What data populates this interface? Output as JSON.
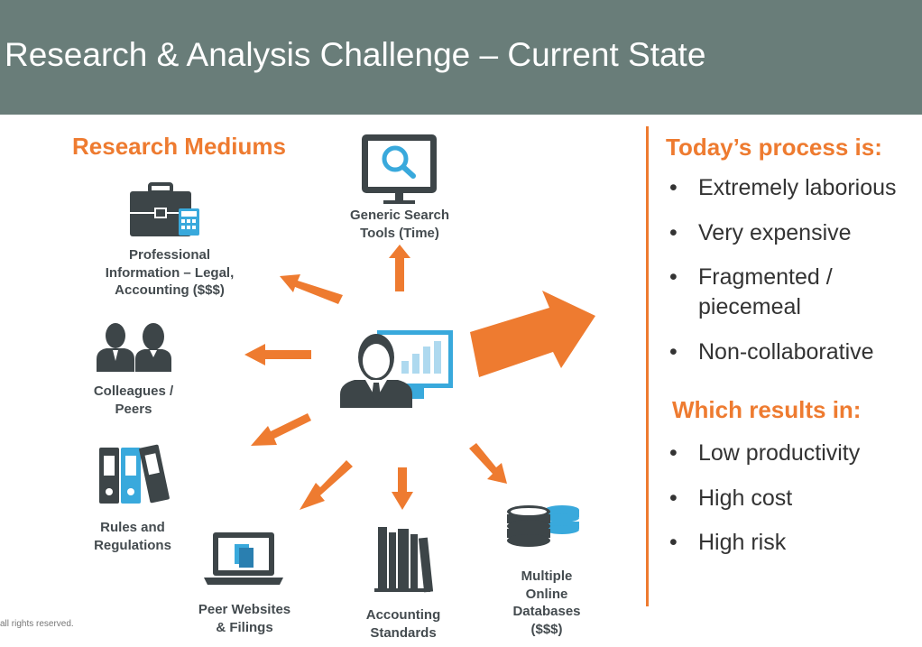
{
  "title": "Research & Analysis Challenge – Current State",
  "mediums_title": "Research Mediums",
  "nodes": {
    "generic_search": [
      "Generic Search",
      "Tools (Time)"
    ],
    "professional_info": [
      "Professional",
      "Information – Legal,",
      "Accounting ($$$)"
    ],
    "colleagues": [
      "Colleagues /",
      "Peers"
    ],
    "rules": [
      "Rules and",
      "Regulations"
    ],
    "peer_websites": [
      "Peer Websites",
      "& Filings"
    ],
    "accounting_standards": [
      "Accounting",
      "Standards"
    ],
    "online_databases": [
      "Multiple",
      "Online",
      "Databases",
      "($$$)"
    ]
  },
  "process": {
    "title": "Today’s process is:",
    "bullets": [
      "Extremely laborious",
      "Very expensive",
      "Fragmented /\npiecemeal",
      "Non-collaborative"
    ]
  },
  "results": {
    "title": "Which results in:",
    "bullets": [
      "Low productivity",
      "High cost",
      "High risk"
    ]
  },
  "footer": "all rights reserved.",
  "colors": {
    "header": "#697d79",
    "accent": "#ee7b30",
    "icon": "#3d4548",
    "icon_blue": "#39a9dc"
  }
}
